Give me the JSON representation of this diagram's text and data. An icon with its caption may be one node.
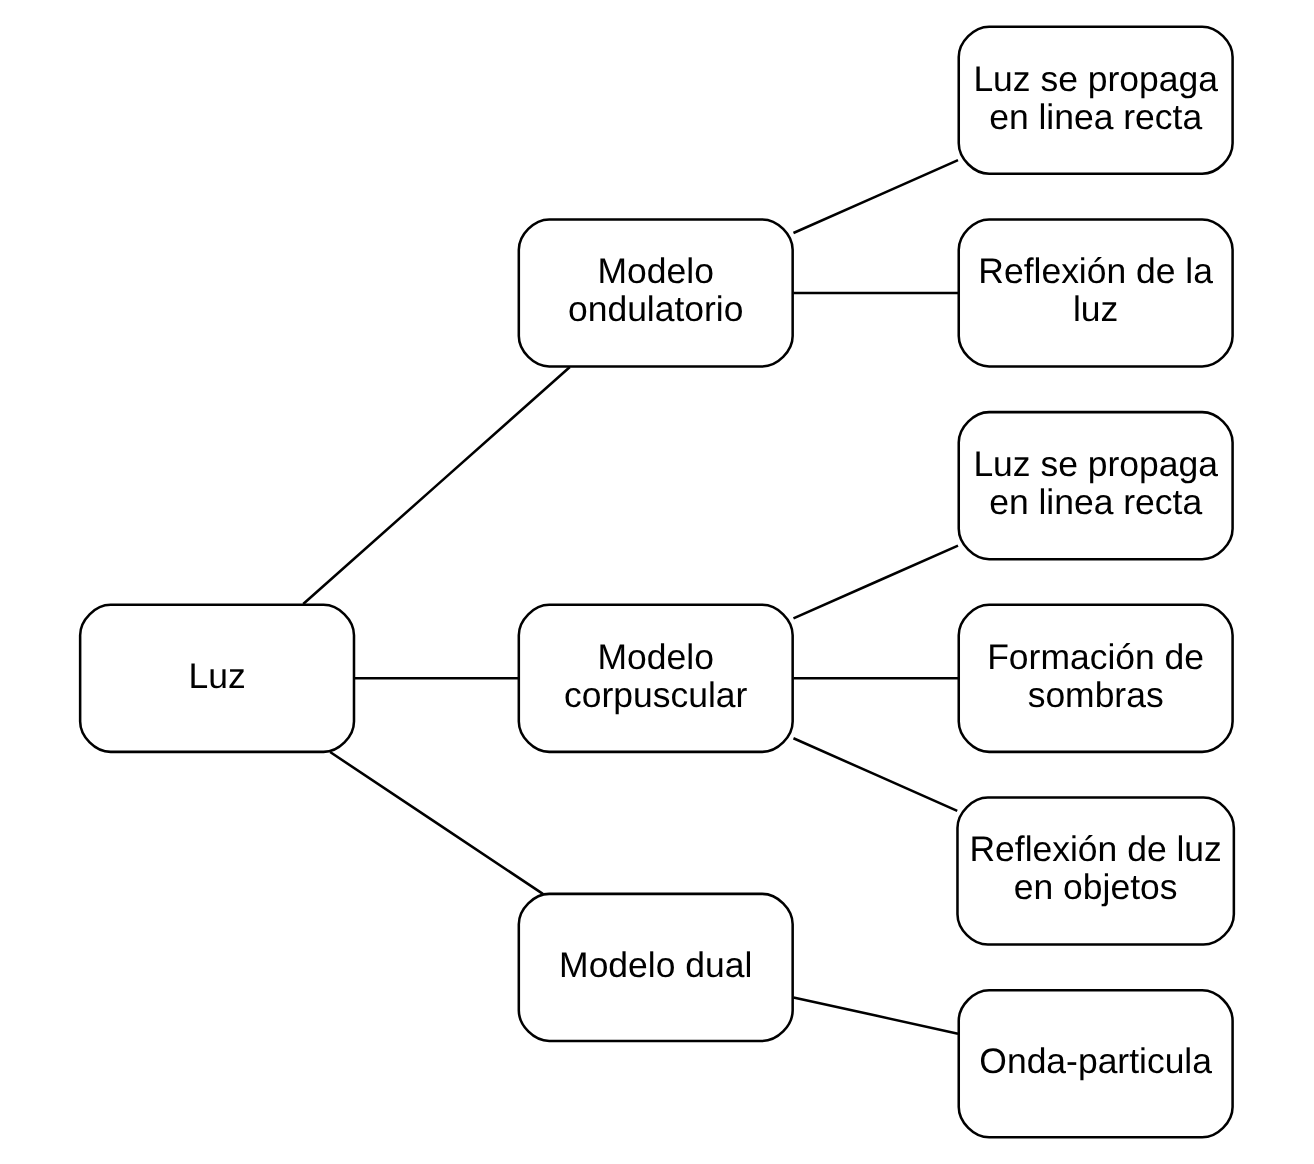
{
  "diagram": {
    "nodes": [
      {
        "text": [
          "Luz"
        ]
      },
      {
        "text": [
          "Modelo ondulatorio"
        ]
      },
      {
        "text": [
          "Luz se propaga en linea recta"
        ]
      },
      {
        "text": [
          "Reflexión de la luz"
        ]
      },
      {
        "text": [
          "Modelo corpuscular"
        ]
      },
      {
        "text": [
          "Luz se propaga en linea recta"
        ]
      },
      {
        "text": [
          "Formación de sombras"
        ]
      },
      {
        "text": [
          "Reflexión de luz en objetos"
        ]
      },
      {
        "text": [
          "Modelo dual"
        ]
      },
      {
        "text": [
          "Onda-particula"
        ]
      }
    ],
    "edges": [
      {
        "from": 0,
        "to": 1,
        "arrow": "none"
      },
      {
        "from": 0,
        "to": 4,
        "arrow": "none"
      },
      {
        "from": 0,
        "to": 8,
        "arrow": "none"
      },
      {
        "from": 1,
        "to": 2,
        "arrow": "none"
      },
      {
        "from": 1,
        "to": 3,
        "arrow": "none"
      },
      {
        "from": 4,
        "to": 5,
        "arrow": "none"
      },
      {
        "from": 4,
        "to": 6,
        "arrow": "none"
      },
      {
        "from": 4,
        "to": 7,
        "arrow": "none"
      },
      {
        "from": 8,
        "to": 9,
        "arrow": "none"
      }
    ]
  }
}
